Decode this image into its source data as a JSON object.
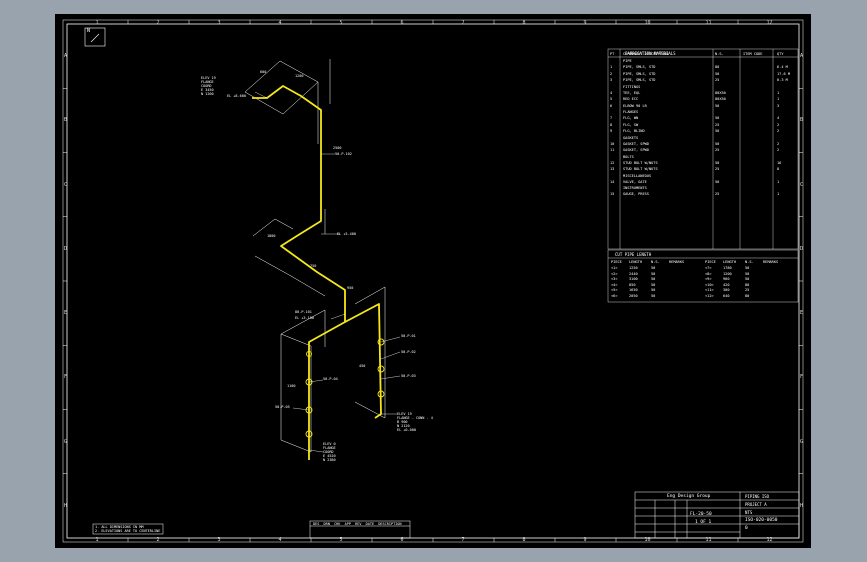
{
  "zones": {
    "top": [
      "1",
      "2",
      "3",
      "4",
      "5",
      "6",
      "7",
      "8",
      "9",
      "10",
      "11",
      "12"
    ],
    "left": [
      "A",
      "B",
      "C",
      "D",
      "E",
      "F",
      "G",
      "H"
    ],
    "right": [
      "A",
      "B",
      "C",
      "D",
      "E",
      "F",
      "G",
      "H"
    ]
  },
  "north_mark": "N",
  "bom": {
    "title": "FABRICATION MATERIALS",
    "headers": [
      "PT",
      "COMPONENT DESCRIPTION",
      "N.S.",
      "ITEM CODE",
      "QTY"
    ],
    "sections": [
      {
        "name": "PIPE",
        "rows": [
          {
            "pt": "1",
            "desc": "PIPE, SMLS, STD",
            "ns": "80",
            "code": "",
            "qty": "6.4 M"
          },
          {
            "pt": "2",
            "desc": "PIPE, SMLS, STD",
            "ns": "50",
            "code": "",
            "qty": "17.6 M"
          },
          {
            "pt": "3",
            "desc": "PIPE, SMLS, STD",
            "ns": "25",
            "code": "",
            "qty": "0.3 M"
          }
        ]
      },
      {
        "name": "FITTINGS",
        "rows": [
          {
            "pt": "4",
            "desc": "TEE, EQL",
            "ns": "80X50",
            "code": "",
            "qty": "1"
          },
          {
            "pt": "5",
            "desc": "RED ECC",
            "ns": "80X50",
            "code": "",
            "qty": "1"
          },
          {
            "pt": "6",
            "desc": "ELBOW 90 LR",
            "ns": "50",
            "code": "",
            "qty": "3"
          }
        ]
      },
      {
        "name": "FLANGES",
        "rows": [
          {
            "pt": "7",
            "desc": "FLG, WN",
            "ns": "50",
            "code": "",
            "qty": "4"
          },
          {
            "pt": "8",
            "desc": "FLG, SW",
            "ns": "25",
            "code": "",
            "qty": "2"
          },
          {
            "pt": "9",
            "desc": "FLG, BLIND",
            "ns": "50",
            "code": "",
            "qty": "2"
          }
        ]
      },
      {
        "name": "GASKETS",
        "rows": [
          {
            "pt": "10",
            "desc": "GASKET, SPWD",
            "ns": "50",
            "code": "",
            "qty": "2"
          },
          {
            "pt": "11",
            "desc": "GASKET, SPWD",
            "ns": "25",
            "code": "",
            "qty": "2"
          }
        ]
      },
      {
        "name": "BOLTS",
        "rows": [
          {
            "pt": "12",
            "desc": "STUD BOLT W/NUTS",
            "ns": "50",
            "code": "",
            "qty": "16"
          },
          {
            "pt": "13",
            "desc": "STUD BOLT W/NUTS",
            "ns": "25",
            "code": "",
            "qty": "8"
          }
        ]
      },
      {
        "name": "MISCELLANEOUS",
        "rows": [
          {
            "pt": "14",
            "desc": "VALVE, GATE",
            "ns": "50",
            "code": "",
            "qty": "1"
          }
        ]
      },
      {
        "name": "INSTRUMENTS",
        "rows": [
          {
            "pt": "15",
            "desc": "GAUGE, PRESS",
            "ns": "25",
            "code": "",
            "qty": "1"
          }
        ]
      }
    ]
  },
  "cut_list": {
    "title": "CUT PIPE LENGTH",
    "headers": [
      "PIECE",
      "LENGTH",
      "N.S.",
      "REMARKS",
      "PIECE",
      "LENGTH",
      "N.S.",
      "REMARKS"
    ],
    "rows": [
      [
        "<1>",
        "1250",
        "50",
        "",
        "<7>",
        "1780",
        "50",
        ""
      ],
      [
        "<2>",
        "2440",
        "50",
        "",
        "<8>",
        "1200",
        "50",
        ""
      ],
      [
        "<3>",
        "3100",
        "50",
        "",
        "<9>",
        "960",
        "50",
        ""
      ],
      [
        "<4>",
        "850",
        "50",
        "",
        "<10>",
        "420",
        "80",
        ""
      ],
      [
        "<5>",
        "1650",
        "50",
        "",
        "<11>",
        "300",
        "25",
        ""
      ],
      [
        "<6>",
        "2050",
        "50",
        "",
        "<12>",
        "640",
        "80",
        ""
      ]
    ]
  },
  "iso_labels": {
    "top_tag": "ELEV 19\nFLANGE\nCOORD\nE 3450\nN 1200",
    "top_coord": "EL +8.600",
    "mid_coord": "EL +5.400",
    "low_coord": "EL +3.100",
    "tag_a": "80-P-101",
    "tag_b": "50-P-102",
    "bot_tag": "ELEV 0\nFLANGE\nCOORD\nE 4520\nN 2380",
    "bot_tag2": "ELEV 19\nFLANGE - CONN - 4\nB 900\nN 2120\nEL +0.000",
    "callouts": [
      "50-P-01",
      "50-P-02",
      "50-P-03",
      "50-P-04",
      "50-P-05"
    ],
    "dims": [
      "600",
      "1200",
      "2500",
      "1800",
      "750",
      "950",
      "1100",
      "450"
    ]
  },
  "notes_left": "1. ALL DIMENSIONS IN MM\n2. ELEVATIONS ARE TO CENTERLINE",
  "notes_center": "DES  DRN  CHK  APP  REV  DATE  DESCRIPTION",
  "title_block": {
    "company": "Eng Design Group",
    "drawing": "PIPING ISO",
    "line_no": "FL-20-50",
    "sheet": "1 OF 1",
    "scale": "NTS",
    "project": "PROJECT A",
    "dwg_no": "ISO-020-0050",
    "rev": "0"
  }
}
